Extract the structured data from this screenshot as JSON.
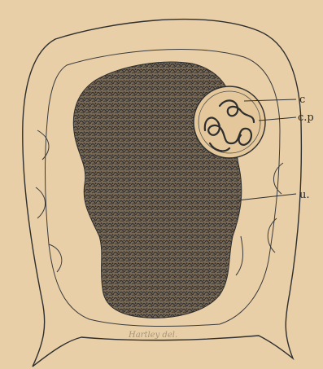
{
  "figure": {
    "labels": [
      {
        "key": "c",
        "text": "c"
      },
      {
        "key": "cp",
        "text": "c.p"
      },
      {
        "key": "u",
        "text": "u."
      }
    ],
    "signature": "Hartley del.",
    "colors": {
      "paper": "#e8cfa8",
      "ink": "#2e2e2e",
      "stipple": "#4a4a4a"
    }
  }
}
